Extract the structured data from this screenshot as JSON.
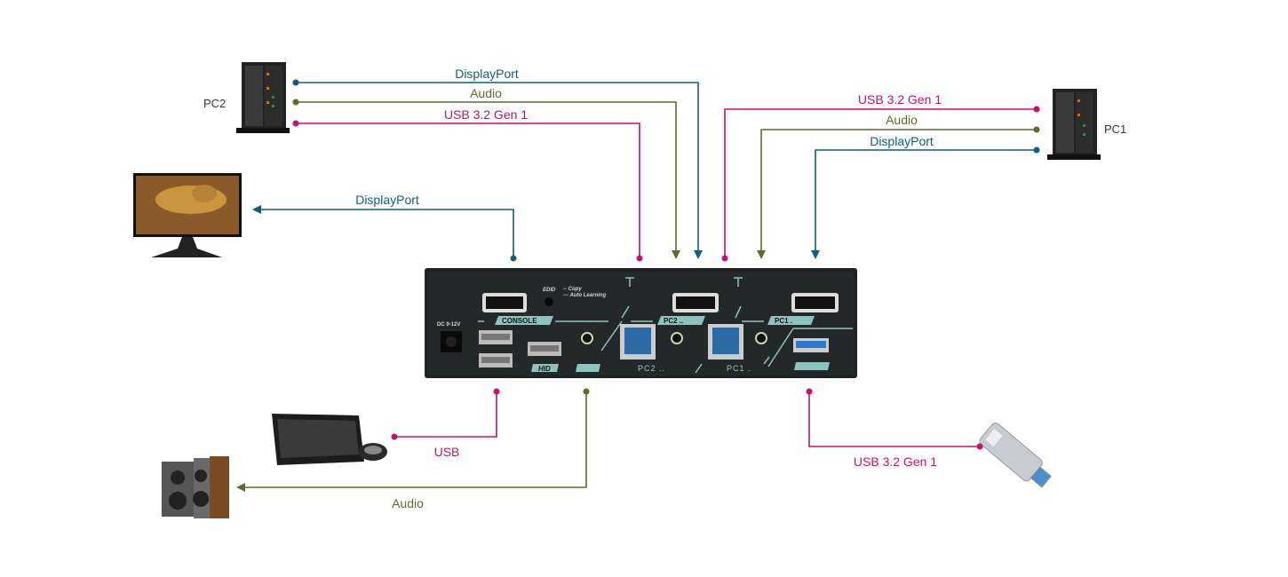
{
  "colors": {
    "displayport": "#0f5e82",
    "audio": "#5d6b2f",
    "usb": "#c2126f",
    "device_body": "#1e2222",
    "panel_accent": "#8fc3c0"
  },
  "devices": {
    "pc2": "PC2",
    "pc1": "PC1"
  },
  "connections": {
    "pc2_displayport": "DisplayPort",
    "pc2_audio": "Audio",
    "pc2_usb": "USB 3.2 Gen 1",
    "pc1_usb": "USB 3.2 Gen 1",
    "pc1_audio": "Audio",
    "pc1_displayport": "DisplayPort",
    "monitor_displayport": "DisplayPort",
    "keyboard_usb": "USB",
    "speaker_audio": "Audio",
    "flash_usb": "USB 3.2 Gen 1"
  },
  "kvm_panel": {
    "console": "CONSOLE",
    "edid": "EDID",
    "edid_copy": "-- Copy",
    "edid_auto": "--- Auto Learning",
    "pc2_top": "PC2 ..",
    "pc1_top": "PC1 .",
    "pc2_bottom": "PC2 ..",
    "pc1_bottom": "PC1 .",
    "dc": "DC 9-12V",
    "hid": "HID"
  }
}
